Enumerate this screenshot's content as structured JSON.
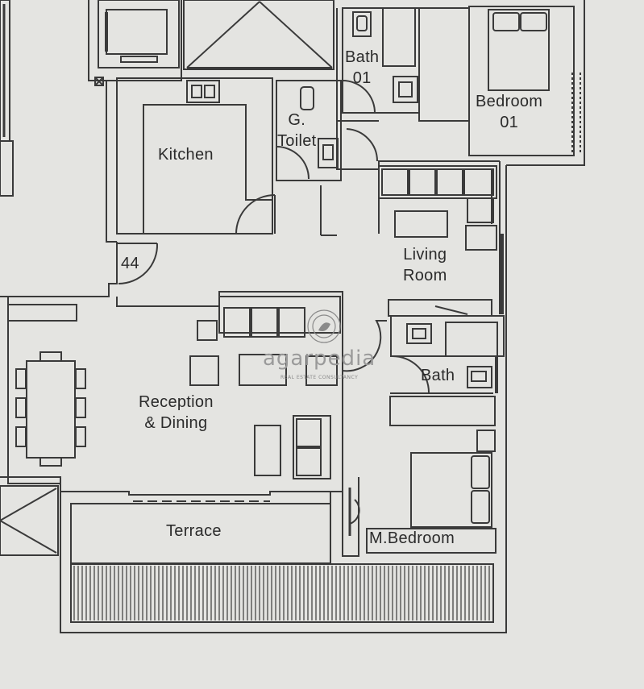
{
  "labels": {
    "kitchen": "Kitchen",
    "bath_01": "Bath\n01",
    "g_toilet": "G.\nToilet",
    "bedroom_01": "Bedroom\n01",
    "living_room": "Living\nRoom",
    "unit_number": "44",
    "bath": "Bath",
    "reception_dining": "Reception\n& Dining",
    "terrace": "Terrace",
    "master_bedroom": "M.Bedroom"
  },
  "watermark": {
    "name": "agarpedia",
    "tagline": "REAL ESTATE CONSULTANCY"
  },
  "colors": {
    "paper": "#e4e4e1",
    "line": "#3a3a3a"
  }
}
